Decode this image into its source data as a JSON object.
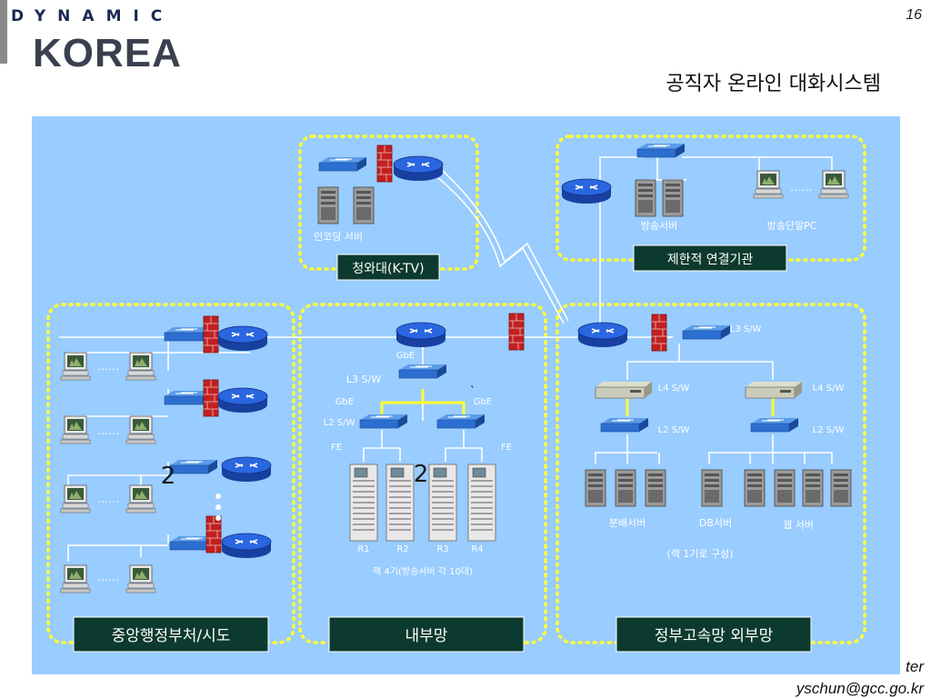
{
  "header": {
    "logo_top": "DYNAMIC",
    "logo_main": "KOREA",
    "page_number": "16",
    "title": "공직자 온라인 대화시스템"
  },
  "diagram": {
    "zones": {
      "cheongwadae": "청와대(K-TV)",
      "limited": "제한적 연결기관",
      "central": "중앙행정부처/시도",
      "internal": "내부망",
      "external": "정부고속망 외부망"
    },
    "labels": {
      "encoding_server": "인코딩 서버",
      "broadcast_server": "방송서버",
      "broadcast_pc": "방송단말PC",
      "gbe": "GbE",
      "l3sw": "L3 S/W",
      "l2sw": "L2 S/W",
      "l4sw": "L4 S/W",
      "fe": "FE",
      "r1": "R1",
      "r2": "R2",
      "r3": "R3",
      "r4": "R4",
      "rack_note": "랙 4기(방송서버 각 10대)",
      "dist_server": "분배서버",
      "db_server": "DB서버",
      "web_server": "웹 서버",
      "rack_one": "(랙 1기로 구성)",
      "dots": "……",
      "two": "2",
      "backtick": "`"
    }
  },
  "footer": {
    "line1": "ter",
    "line2": "yschun@gcc.go.kr"
  }
}
